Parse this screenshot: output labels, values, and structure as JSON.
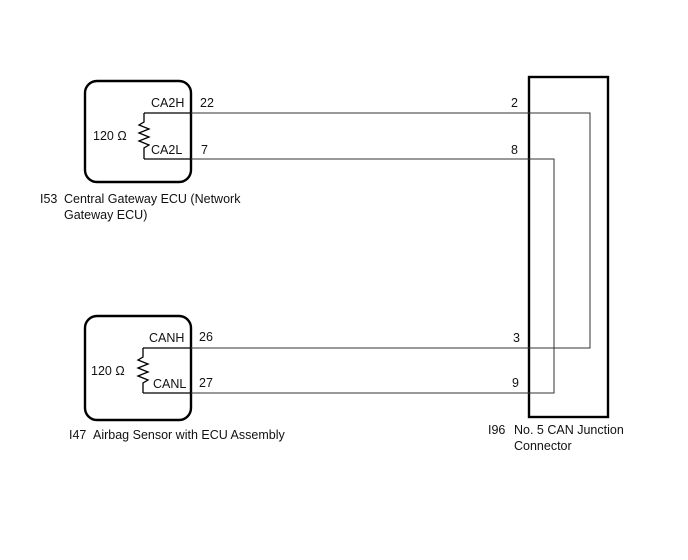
{
  "ecu_gateway": {
    "code": "I53",
    "name_line1": "Central Gateway ECU (Network",
    "name_line2": "Gateway ECU)",
    "resistor": "120 Ω",
    "pin_high_label": "CA2H",
    "pin_low_label": "CA2L",
    "pin_high_num": "22",
    "pin_low_num": "7"
  },
  "ecu_airbag": {
    "code": "I47",
    "name_line1": "Airbag Sensor with ECU Assembly",
    "resistor": "120 Ω",
    "pin_high_label": "CANH",
    "pin_low_label": "CANL",
    "pin_high_num": "26",
    "pin_low_num": "27"
  },
  "junction": {
    "code": "I96",
    "name_line1": "No. 5 CAN Junction",
    "name_line2": "Connector",
    "pins": [
      "2",
      "8",
      "3",
      "9"
    ]
  }
}
